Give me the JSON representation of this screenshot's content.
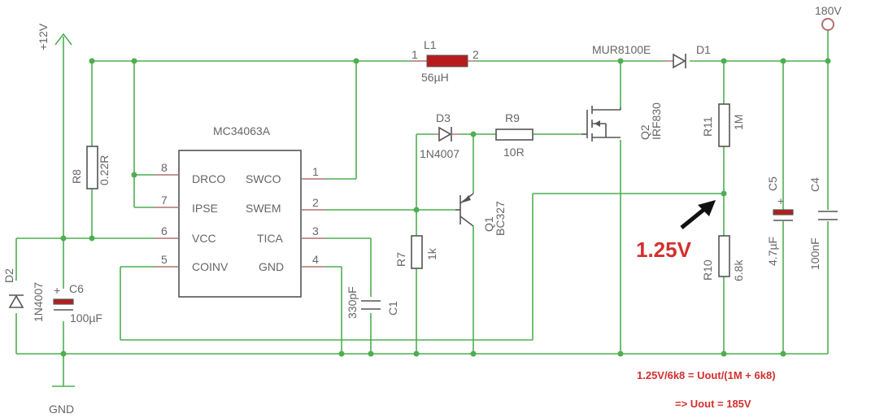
{
  "ic": {
    "name": "MC34063A",
    "left_pins": [
      {
        "num": "8",
        "name": "DRCO"
      },
      {
        "num": "7",
        "name": "IPSE"
      },
      {
        "num": "6",
        "name": "VCC"
      },
      {
        "num": "5",
        "name": "COINV"
      }
    ],
    "right_pins": [
      {
        "num": "1",
        "name": "SWCO"
      },
      {
        "num": "2",
        "name": "SWEM"
      },
      {
        "num": "3",
        "name": "TICA"
      },
      {
        "num": "4",
        "name": "GND"
      }
    ]
  },
  "rails": {
    "vplus": "+12V",
    "gnd": "GND",
    "vout": "180V"
  },
  "components": {
    "L1": {
      "ref": "L1",
      "value": "56µH",
      "pin1": "1",
      "pin2": "2"
    },
    "D1": {
      "ref": "D1",
      "value": "MUR8100E"
    },
    "Q2": {
      "ref": "Q2",
      "value": "IRF830"
    },
    "R11": {
      "ref": "R11",
      "value": "1M"
    },
    "R10": {
      "ref": "R10",
      "value": "6.8k"
    },
    "C5": {
      "ref": "C5",
      "value": "4.7µF"
    },
    "C4": {
      "ref": "C4",
      "value": "100nF"
    },
    "D3": {
      "ref": "D3",
      "value": "1N4007"
    },
    "R9": {
      "ref": "R9",
      "value": "10R"
    },
    "Q1": {
      "ref": "Q1",
      "value": "BC327"
    },
    "R7": {
      "ref": "R7",
      "value": "1k"
    },
    "C1": {
      "ref": "C1",
      "value": "330pF"
    },
    "R8": {
      "ref": "R8",
      "value": "0.22R"
    },
    "C6": {
      "ref": "C6",
      "value": "100µF"
    },
    "D2": {
      "ref": "D2",
      "value": "1N4007"
    }
  },
  "annotations": {
    "feedback_voltage": "1.25V",
    "equation": "1.25V/6k8 = Uout/(1M + 6k8)",
    "result": "=> Uout = 185V"
  },
  "colors": {
    "wire": "#4caf50",
    "part": "#b07070",
    "annotation": "#d32f2f"
  }
}
